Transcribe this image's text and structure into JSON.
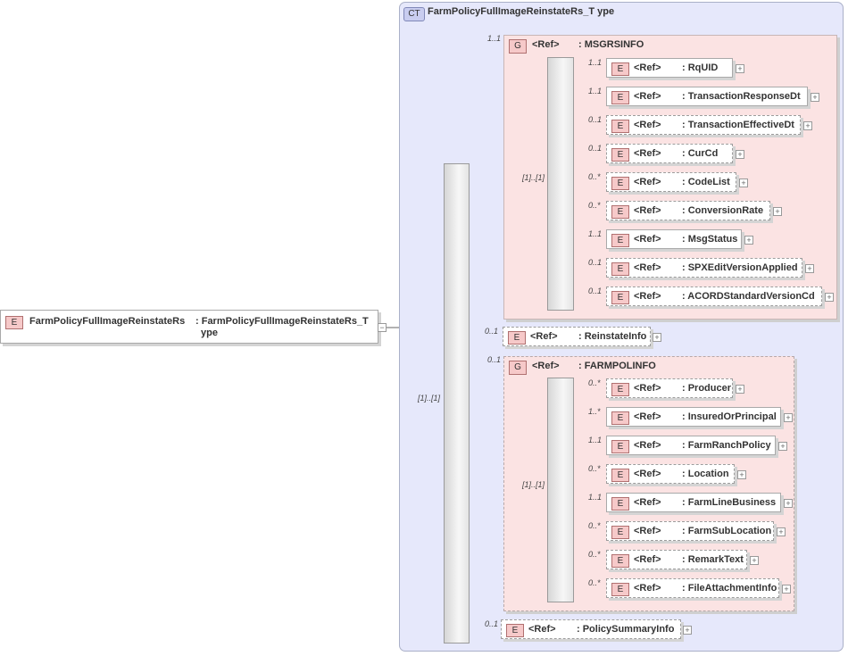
{
  "root": {
    "tag": "E",
    "name": "FarmPolicyFullImageReinstateRs",
    "type_line1": ": FarmPolicyFullImageReinstateRs_T",
    "type_line2": "ype",
    "collapse": "−"
  },
  "complex_type": {
    "tag": "CT",
    "title": "FarmPolicyFullImageReinstateRs_T ype"
  },
  "main_sequence": {
    "cardinality": "[1]..[1]"
  },
  "groups": [
    {
      "tag": "G",
      "ref": "<Ref>",
      "name": ": MSGRSINFO",
      "cardinality": "1..1",
      "sequence_cardinality": "[1]..[1]",
      "elements": [
        {
          "tag": "E",
          "ref": "<Ref>",
          "name": ": RqUID",
          "card": "1..1"
        },
        {
          "tag": "E",
          "ref": "<Ref>",
          "name": ": TransactionResponseDt",
          "card": "1..1"
        },
        {
          "tag": "E",
          "ref": "<Ref>",
          "name": ": TransactionEffectiveDt",
          "card": "0..1"
        },
        {
          "tag": "E",
          "ref": "<Ref>",
          "name": ": CurCd",
          "card": "0..1"
        },
        {
          "tag": "E",
          "ref": "<Ref>",
          "name": ": CodeList",
          "card": "0..*"
        },
        {
          "tag": "E",
          "ref": "<Ref>",
          "name": ": ConversionRate",
          "card": "0..*"
        },
        {
          "tag": "E",
          "ref": "<Ref>",
          "name": ": MsgStatus",
          "card": "1..1"
        },
        {
          "tag": "E",
          "ref": "<Ref>",
          "name": ": SPXEditVersionApplied",
          "card": "0..1"
        },
        {
          "tag": "E",
          "ref": "<Ref>",
          "name": ": ACORDStandardVersionCd",
          "card": "0..1"
        }
      ]
    },
    {
      "tag": "G",
      "ref": "<Ref>",
      "name": ": FARMPOLINFO",
      "cardinality": "0..1",
      "sequence_cardinality": "[1]..[1]",
      "elements": [
        {
          "tag": "E",
          "ref": "<Ref>",
          "name": ": Producer",
          "card": "0..*"
        },
        {
          "tag": "E",
          "ref": "<Ref>",
          "name": ": InsuredOrPrincipal",
          "card": "1..*"
        },
        {
          "tag": "E",
          "ref": "<Ref>",
          "name": ": FarmRanchPolicy",
          "card": "1..1"
        },
        {
          "tag": "E",
          "ref": "<Ref>",
          "name": ": Location",
          "card": "0..*"
        },
        {
          "tag": "E",
          "ref": "<Ref>",
          "name": ": FarmLineBusiness",
          "card": "1..1"
        },
        {
          "tag": "E",
          "ref": "<Ref>",
          "name": ": FarmSubLocation",
          "card": "0..*"
        },
        {
          "tag": "E",
          "ref": "<Ref>",
          "name": ": RemarkText",
          "card": "0..*"
        },
        {
          "tag": "E",
          "ref": "<Ref>",
          "name": ": FileAttachmentInfo",
          "card": "0..*"
        }
      ]
    }
  ],
  "standalone": [
    {
      "tag": "E",
      "ref": "<Ref>",
      "name": ": ReinstateInfo",
      "card": "0..1"
    },
    {
      "tag": "E",
      "ref": "<Ref>",
      "name": ": PolicySummaryInfo",
      "card": "0..1"
    }
  ],
  "expand_symbol": "+",
  "colors": {
    "ct_bg": "#e6e8fb",
    "group_bg": "#fbe3e3",
    "tag_bg": "#f6c9c9"
  }
}
